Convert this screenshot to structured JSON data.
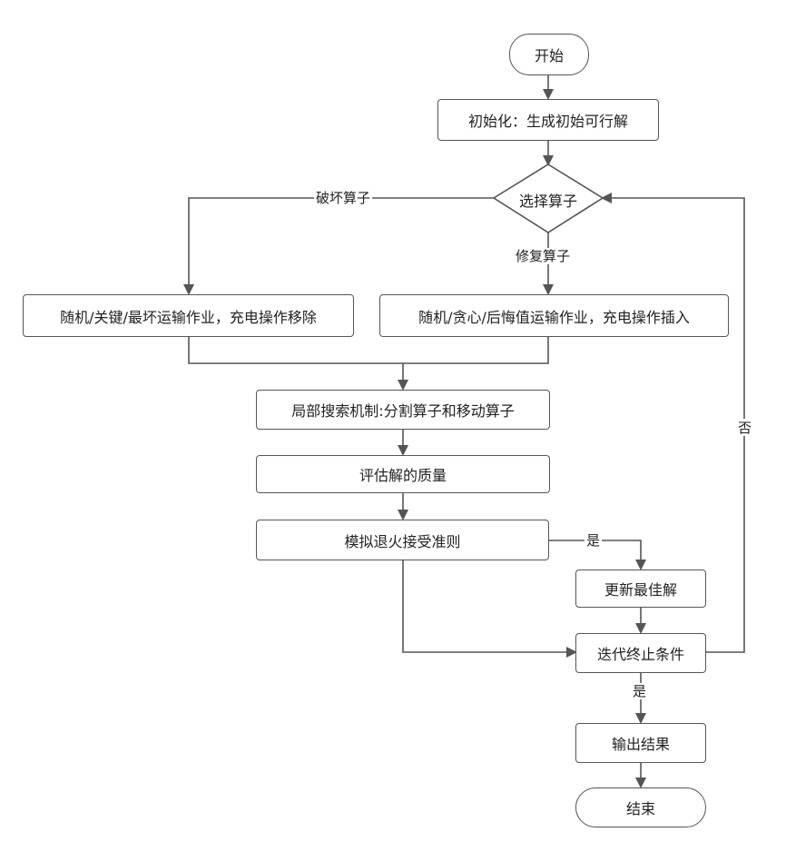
{
  "nodes": {
    "start": "开始",
    "init": "初始化：生成初始可行解",
    "select": "选择算子",
    "destroy": "随机/关键/最坏运输作业，充电操作移除",
    "repair": "随机/贪心/后悔值运输作业，充电操作插入",
    "local_search": "局部搜索机制:分割算子和移动算子",
    "evaluate": "评估解的质量",
    "accept": "模拟退火接受准则",
    "update_best": "更新最佳解",
    "termination": "迭代终止条件",
    "output": "输出结果",
    "end": "结束"
  },
  "edge_labels": {
    "destroy_label": "破坏算子",
    "repair_label": "修复算子",
    "accept_yes": "是",
    "term_yes": "是",
    "term_no": "否"
  },
  "colors": {
    "stroke": "#555555",
    "text": "#222222"
  }
}
